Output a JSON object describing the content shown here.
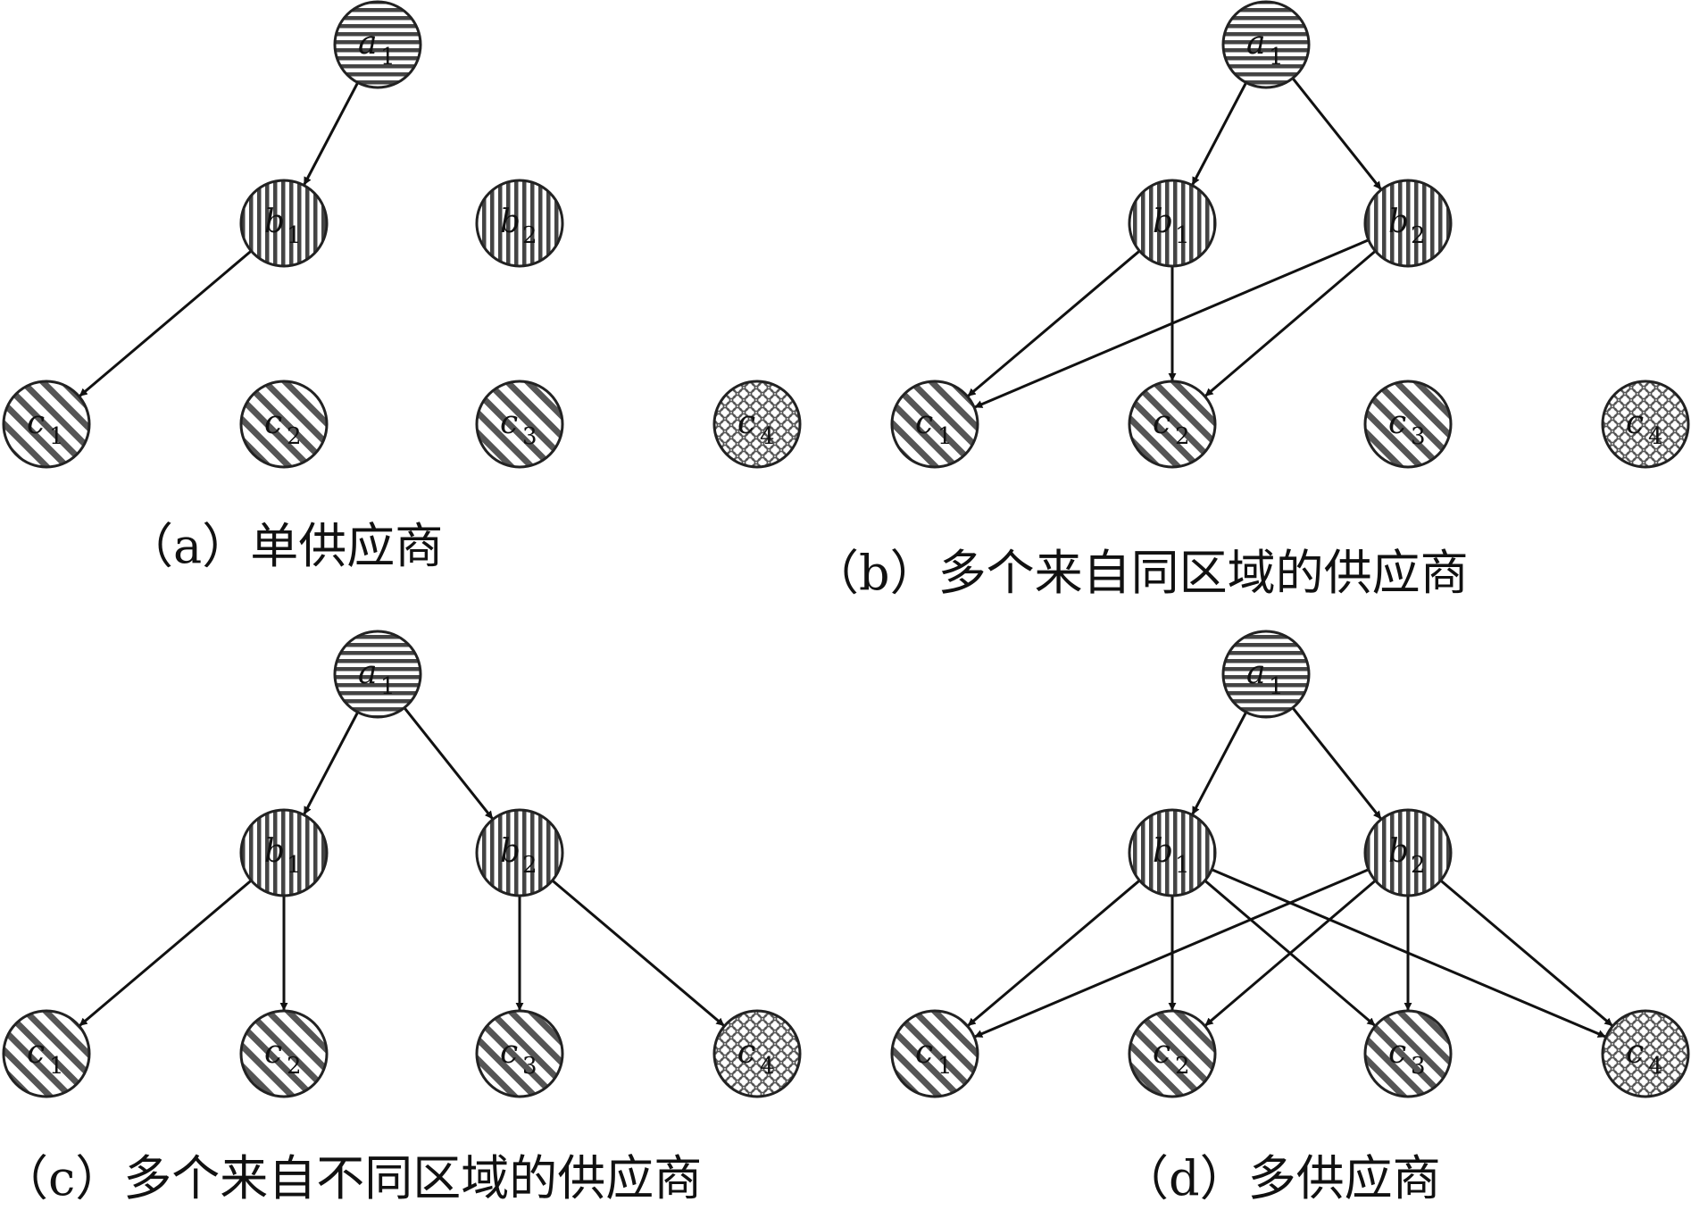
{
  "panels": [
    {
      "id": "a",
      "caption": "（a）单供应商",
      "nodes": [
        {
          "id": "a1",
          "letter": "a",
          "sub": "1",
          "level": "a"
        },
        {
          "id": "b1",
          "letter": "b",
          "sub": "1",
          "level": "b"
        },
        {
          "id": "b2",
          "letter": "b",
          "sub": "2",
          "level": "b"
        },
        {
          "id": "c1",
          "letter": "c",
          "sub": "1",
          "level": "c"
        },
        {
          "id": "c2",
          "letter": "c",
          "sub": "2",
          "level": "c"
        },
        {
          "id": "c3",
          "letter": "c",
          "sub": "3",
          "level": "c"
        },
        {
          "id": "c4",
          "letter": "c",
          "sub": "4",
          "level": "c4"
        }
      ],
      "edges": [
        [
          "a1",
          "b1"
        ],
        [
          "b1",
          "c1"
        ]
      ]
    },
    {
      "id": "b",
      "caption": "（b）多个来自同区域的供应商",
      "nodes": [
        {
          "id": "a1",
          "letter": "a",
          "sub": "1",
          "level": "a"
        },
        {
          "id": "b1",
          "letter": "b",
          "sub": "1",
          "level": "b"
        },
        {
          "id": "b2",
          "letter": "b",
          "sub": "2",
          "level": "b"
        },
        {
          "id": "c1",
          "letter": "c",
          "sub": "1",
          "level": "c"
        },
        {
          "id": "c2",
          "letter": "c",
          "sub": "2",
          "level": "c"
        },
        {
          "id": "c3",
          "letter": "c",
          "sub": "3",
          "level": "c"
        },
        {
          "id": "c4",
          "letter": "c",
          "sub": "4",
          "level": "c4"
        }
      ],
      "edges": [
        [
          "a1",
          "b1"
        ],
        [
          "a1",
          "b2"
        ],
        [
          "b1",
          "c1"
        ],
        [
          "b1",
          "c2"
        ],
        [
          "b2",
          "c1"
        ],
        [
          "b2",
          "c2"
        ]
      ]
    },
    {
      "id": "c",
      "caption": "（c）多个来自不同区域的供应商",
      "nodes": [
        {
          "id": "a1",
          "letter": "a",
          "sub": "1",
          "level": "a"
        },
        {
          "id": "b1",
          "letter": "b",
          "sub": "1",
          "level": "b"
        },
        {
          "id": "b2",
          "letter": "b",
          "sub": "2",
          "level": "b"
        },
        {
          "id": "c1",
          "letter": "c",
          "sub": "1",
          "level": "c"
        },
        {
          "id": "c2",
          "letter": "c",
          "sub": "2",
          "level": "c"
        },
        {
          "id": "c3",
          "letter": "c",
          "sub": "3",
          "level": "c"
        },
        {
          "id": "c4",
          "letter": "c",
          "sub": "4",
          "level": "c4"
        }
      ],
      "edges": [
        [
          "a1",
          "b1"
        ],
        [
          "a1",
          "b2"
        ],
        [
          "b1",
          "c1"
        ],
        [
          "b1",
          "c2"
        ],
        [
          "b2",
          "c3"
        ],
        [
          "b2",
          "c4"
        ]
      ]
    },
    {
      "id": "d",
      "caption": "（d）多供应商",
      "nodes": [
        {
          "id": "a1",
          "letter": "a",
          "sub": "1",
          "level": "a"
        },
        {
          "id": "b1",
          "letter": "b",
          "sub": "1",
          "level": "b"
        },
        {
          "id": "b2",
          "letter": "b",
          "sub": "2",
          "level": "b"
        },
        {
          "id": "c1",
          "letter": "c",
          "sub": "1",
          "level": "c"
        },
        {
          "id": "c2",
          "letter": "c",
          "sub": "2",
          "level": "c"
        },
        {
          "id": "c3",
          "letter": "c",
          "sub": "3",
          "level": "c"
        },
        {
          "id": "c4",
          "letter": "c",
          "sub": "4",
          "level": "c4"
        }
      ],
      "edges": [
        [
          "a1",
          "b1"
        ],
        [
          "a1",
          "b2"
        ],
        [
          "b1",
          "c1"
        ],
        [
          "b1",
          "c2"
        ],
        [
          "b1",
          "c3"
        ],
        [
          "b1",
          "c4"
        ],
        [
          "b2",
          "c1"
        ],
        [
          "b2",
          "c2"
        ],
        [
          "b2",
          "c3"
        ],
        [
          "b2",
          "c4"
        ]
      ]
    }
  ],
  "colors": {
    "stroke": "#222222",
    "fill": "#ffffff",
    "edge": "#111111"
  }
}
